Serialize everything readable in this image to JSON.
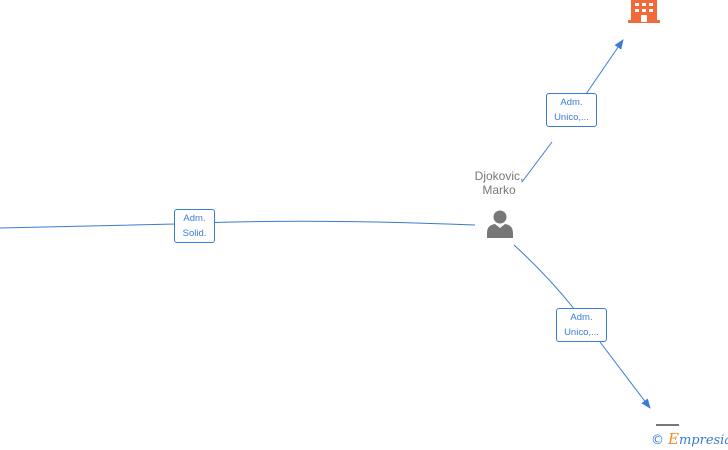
{
  "person": {
    "name_line1": "Djokovic,",
    "name_line2": "Marko",
    "icon": "person-icon"
  },
  "edges": [
    {
      "line1": "Adm.",
      "line2": "Solid."
    },
    {
      "line1": "Adm.",
      "line2": "Unico,..."
    },
    {
      "line1": "Adm.",
      "line2": "Unico,..."
    }
  ],
  "nodes": {
    "company_top": {
      "icon": "building-icon",
      "color": "#f26a3a"
    },
    "company_bottom": {
      "icon": "company-icon",
      "color": "#777777"
    }
  },
  "watermark": {
    "copyright": "©",
    "brand_first": "E",
    "brand_rest": "mpresia"
  },
  "colors": {
    "edge": "#3a7bd5",
    "person": "#777777",
    "accent": "#f26a3a"
  }
}
